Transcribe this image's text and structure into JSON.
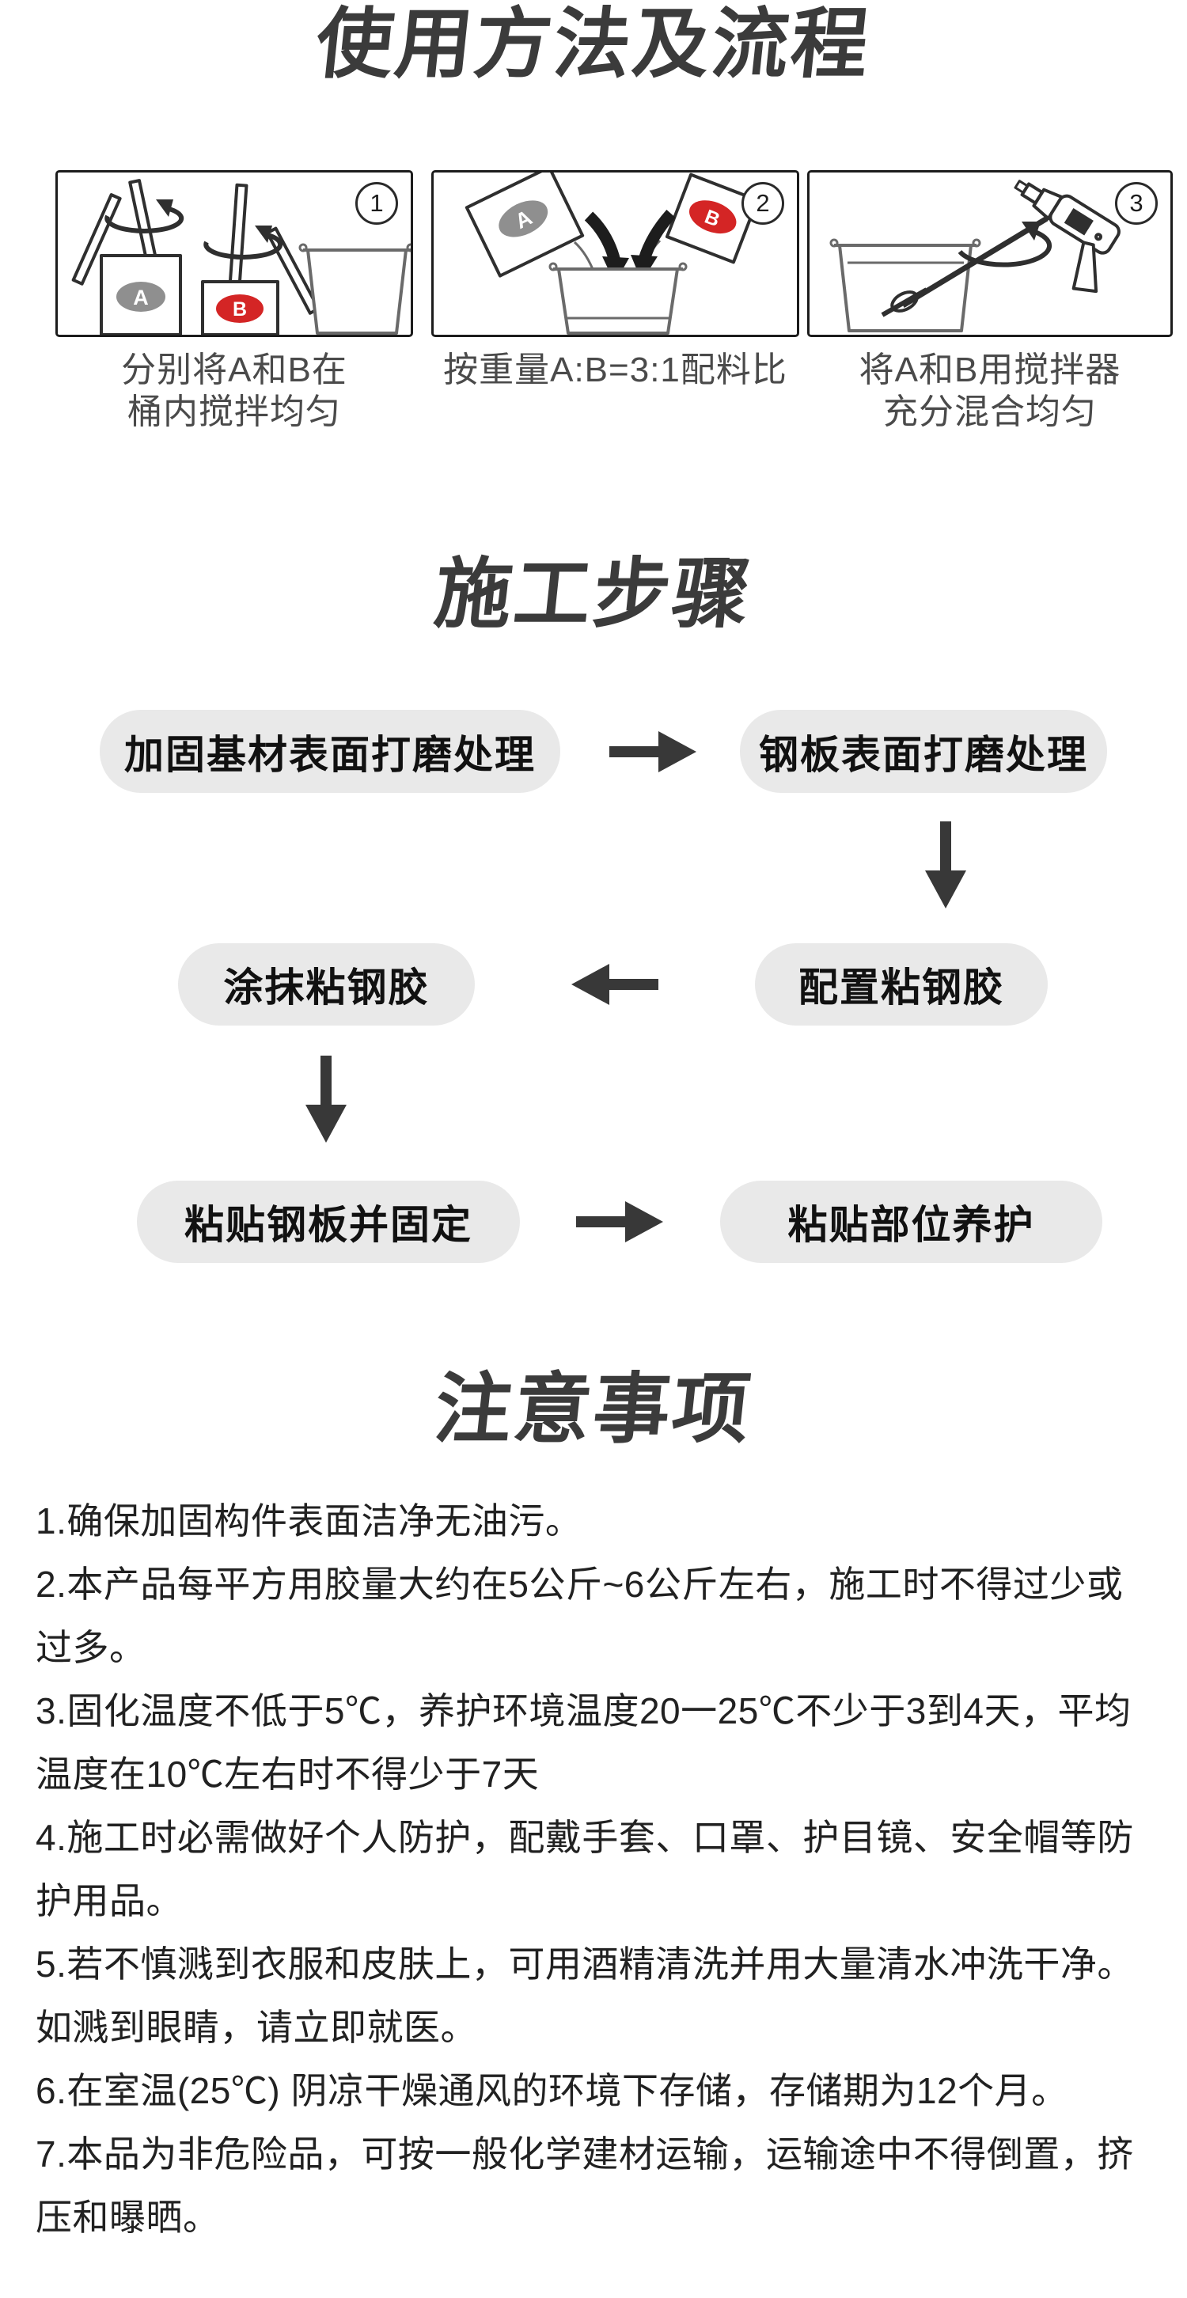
{
  "title": "使用方法及流程",
  "steps": [
    {
      "number": "1",
      "caption_lines": [
        "分别将A和B在",
        "桶内搅拌均匀"
      ]
    },
    {
      "number": "2",
      "caption_lines": [
        "按重量A:B=3:1配料比"
      ]
    },
    {
      "number": "3",
      "caption_lines": [
        "将A和B用搅拌器",
        "充分混合均匀"
      ]
    }
  ],
  "labels": {
    "a": "A",
    "b": "B"
  },
  "flow": {
    "title": "施工步骤",
    "nodes": {
      "n1": "加固基材表面打磨处理",
      "n2": "钢板表面打磨处理",
      "n3": "配置粘钢胶",
      "n4": "涂抹粘钢胶",
      "n5": "粘贴钢板并固定",
      "n6": "粘贴部位养护"
    }
  },
  "notes": {
    "title": "注意事项",
    "lines": [
      "1.确保加固构件表面洁净无油污。",
      "2.本产品每平方用胶量大约在5公斤~6公斤左右，施工时不得过少或",
      "过多。",
      "3.固化温度不低于5℃，养护环境温度20一25℃不少于3到4天，平均",
      "温度在10℃左右时不得少于7天",
      "4.施工时必需做好个人防护，配戴手套、口罩、护目镜、安全帽等防",
      "护用品。",
      "5.若不慎溅到衣服和皮肤上，可用酒精清洗并用大量清水冲洗干净。",
      "如溅到眼睛，请立即就医。",
      "6.在室温(25℃) 阴凉干燥通风的环境下存储，存储期为12个月。",
      "7.本品为非危险品，可按一般化学建材运输，运输途中不得倒置，挤",
      "压和曝晒。"
    ]
  },
  "colors": {
    "ink": "#3b3b3b",
    "pill_bg": "#e9e9e9",
    "label_a_gray": "#8f8f8f",
    "label_b_red": "#d42525",
    "arrow": "#383838"
  }
}
